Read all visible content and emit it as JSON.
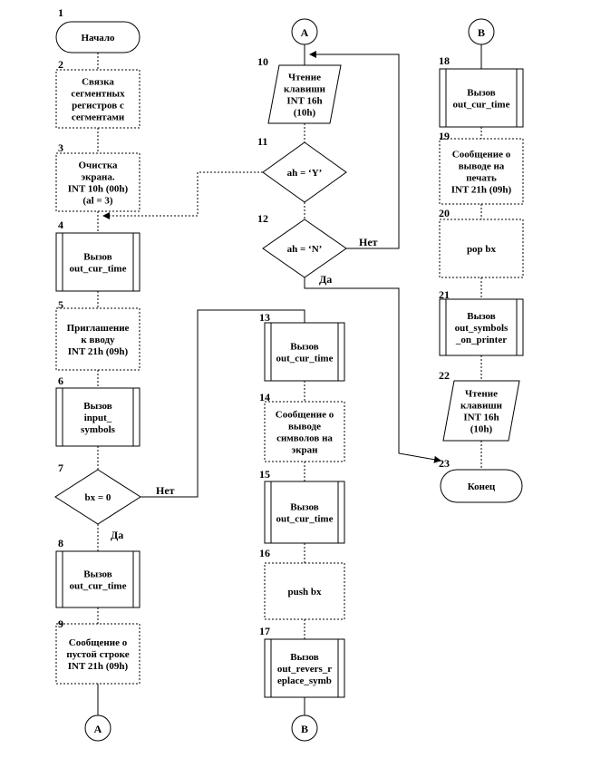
{
  "diagram": {
    "nodes": [
      {
        "id": "1",
        "kind": "terminal",
        "lines": [
          "Начало"
        ]
      },
      {
        "id": "2",
        "kind": "process",
        "lines": [
          "Связка",
          "сегментных",
          "регистров с",
          "сегментами"
        ]
      },
      {
        "id": "3",
        "kind": "process",
        "lines": [
          "Очистка",
          "экрана.",
          "INT 10h (00h)",
          "(al = 3)"
        ]
      },
      {
        "id": "4",
        "kind": "predefined",
        "lines": [
          "Вызов",
          "out_cur_time"
        ]
      },
      {
        "id": "5",
        "kind": "process",
        "lines": [
          "Приглашение",
          "к вводу",
          "INT 21h (09h)"
        ]
      },
      {
        "id": "6",
        "kind": "predefined",
        "lines": [
          "Вызов",
          "input_",
          "symbols"
        ]
      },
      {
        "id": "7",
        "kind": "decision",
        "lines": [
          "bx = 0"
        ]
      },
      {
        "id": "8",
        "kind": "predefined",
        "lines": [
          "Вызов",
          "out_cur_time"
        ]
      },
      {
        "id": "9",
        "kind": "process",
        "lines": [
          "Сообщение о",
          "пустой строке",
          "INT 21h (09h)"
        ]
      },
      {
        "id": "10",
        "kind": "io",
        "lines": [
          "Чтение",
          "клавиши",
          "INT 16h",
          "(10h)"
        ]
      },
      {
        "id": "11",
        "kind": "decision",
        "lines": [
          "ah = ‘Y’"
        ]
      },
      {
        "id": "12",
        "kind": "decision",
        "lines": [
          "ah = ‘N’"
        ]
      },
      {
        "id": "13",
        "kind": "predefined",
        "lines": [
          "Вызов",
          "out_cur_time"
        ]
      },
      {
        "id": "14",
        "kind": "process",
        "lines": [
          "Сообщение о",
          "выводе",
          "символов на",
          "экран"
        ]
      },
      {
        "id": "15",
        "kind": "predefined",
        "lines": [
          "Вызов",
          "out_cur_time"
        ]
      },
      {
        "id": "16",
        "kind": "process",
        "lines": [
          "push bx"
        ]
      },
      {
        "id": "17",
        "kind": "predefined",
        "lines": [
          "Вызов",
          "out_revers_r",
          "eplace_symb"
        ]
      },
      {
        "id": "18",
        "kind": "predefined",
        "lines": [
          "Вызов",
          "out_cur_time"
        ]
      },
      {
        "id": "19",
        "kind": "process",
        "lines": [
          "Сообщение о",
          "выводе на",
          "печать",
          "INT  21h (09h)"
        ]
      },
      {
        "id": "20",
        "kind": "process",
        "lines": [
          "pop bx"
        ]
      },
      {
        "id": "21",
        "kind": "predefined",
        "lines": [
          "Вызов",
          "out_symbols",
          "_on_printer"
        ]
      },
      {
        "id": "22",
        "kind": "io",
        "lines": [
          "Чтение",
          "клавиши",
          "INT 16h",
          "(10h)"
        ]
      },
      {
        "id": "23",
        "kind": "terminal",
        "lines": [
          "Конец"
        ]
      }
    ],
    "connectors": [
      {
        "id": "A-bottom",
        "label": "A"
      },
      {
        "id": "A-top",
        "label": "A"
      },
      {
        "id": "B-top",
        "label": "B"
      },
      {
        "id": "B-bottom",
        "label": "B"
      }
    ],
    "edge_labels": {
      "n7_no": "Нет",
      "n7_yes": "Да",
      "n12_no": "Нет",
      "n12_yes": "Да"
    }
  }
}
